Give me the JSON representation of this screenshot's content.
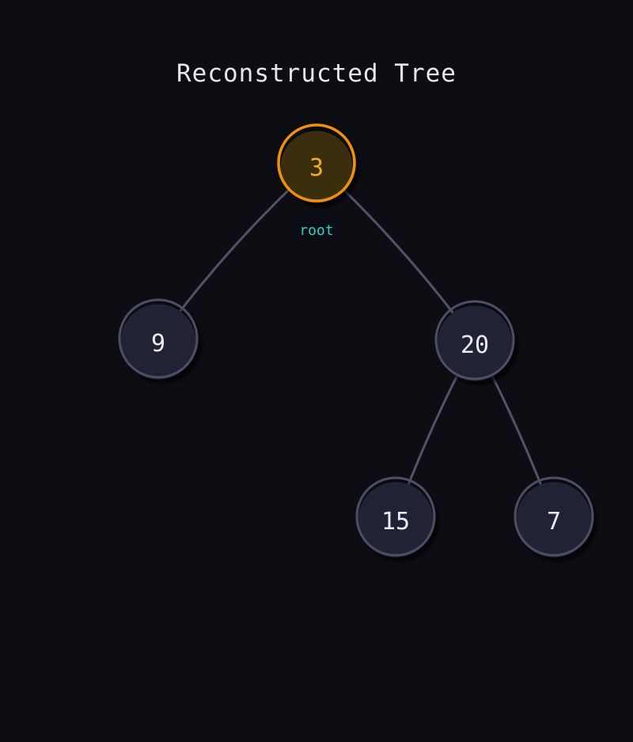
{
  "title": "Reconstructed Tree",
  "tree": {
    "root_annotation": "root",
    "nodes": [
      {
        "id": "root",
        "value": "3",
        "highlighted": true,
        "depth": 0
      },
      {
        "id": "left",
        "value": "9",
        "highlighted": false,
        "depth": 1
      },
      {
        "id": "right",
        "value": "20",
        "highlighted": false,
        "depth": 1
      },
      {
        "id": "right-left",
        "value": "15",
        "highlighted": false,
        "depth": 2
      },
      {
        "id": "right-right",
        "value": "7",
        "highlighted": false,
        "depth": 2
      }
    ],
    "edges": [
      {
        "from": "3",
        "to": "9"
      },
      {
        "from": "3",
        "to": "20"
      },
      {
        "from": "20",
        "to": "15"
      },
      {
        "from": "20",
        "to": "7"
      }
    ]
  },
  "colors": {
    "background": "#0d0d14",
    "title_text": "#e7e7ea",
    "edge": "#52526a",
    "node_fill": "#232334",
    "node_border": "#4e4e66",
    "node_text": "#ecebf2",
    "root_fill": "#3a2d10",
    "root_border": "#f0910f",
    "root_text": "#f0ad2a",
    "root_label_text": "#2dd4be"
  }
}
